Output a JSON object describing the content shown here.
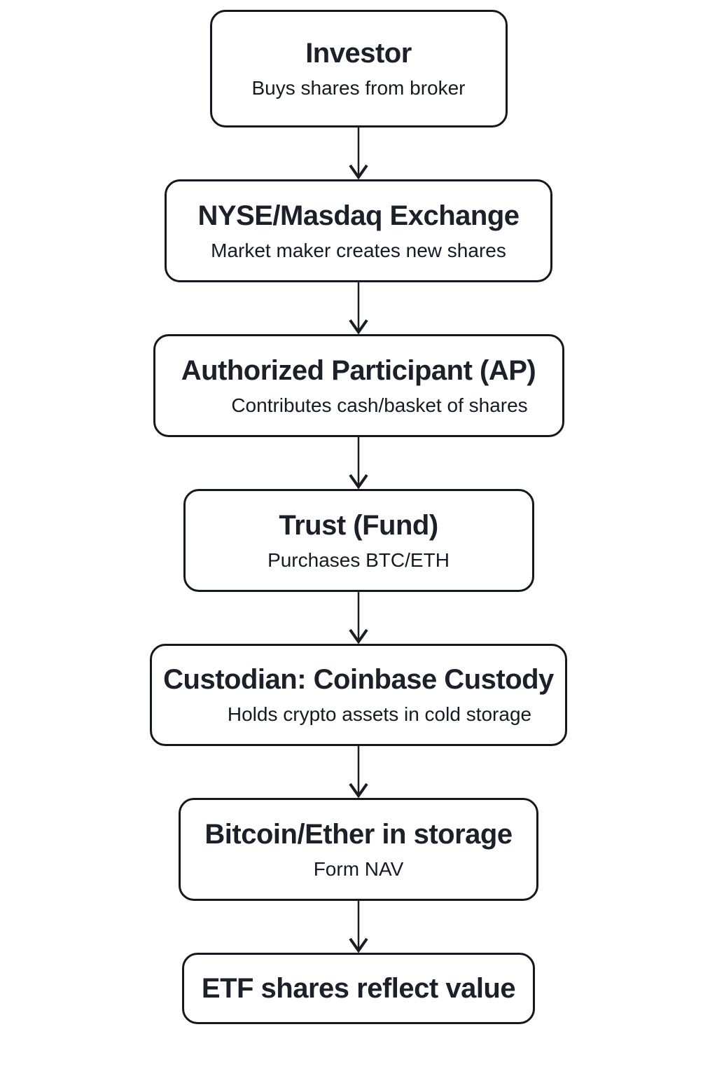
{
  "diagram": {
    "type": "flowchart",
    "direction": "top-down",
    "colors": {
      "background": "#ffffff",
      "node_border": "#15181f",
      "node_fill": "#ffffff",
      "title_text": "#1b2029",
      "subtitle_text": "#161a22",
      "arrow": "#191c23"
    },
    "nodes": [
      {
        "id": "investor",
        "title": "Investor",
        "subtitle": "Buys shares from broker"
      },
      {
        "id": "exchange",
        "title": "NYSE/Masdaq Exchange",
        "subtitle": "Market maker creates new shares"
      },
      {
        "id": "ap",
        "title": "Authorized Participant (AP)",
        "subtitle": "Contributes cash/basket of shares"
      },
      {
        "id": "trust",
        "title": "Trust (Fund)",
        "subtitle": "Purchases BTC/ETH"
      },
      {
        "id": "custodian",
        "title": "Custodian: Coinbase Custody",
        "subtitle": "Holds crypto assets in cold storage"
      },
      {
        "id": "storage",
        "title": "Bitcoin/Ether in storage",
        "subtitle": "Form NAV"
      },
      {
        "id": "etf",
        "title": "ETF shares reflect value",
        "subtitle": ""
      }
    ],
    "edges": [
      {
        "from": "investor",
        "to": "exchange",
        "style": "arrow-down"
      },
      {
        "from": "exchange",
        "to": "ap",
        "style": "arrow-down"
      },
      {
        "from": "ap",
        "to": "trust",
        "style": "arrow-down"
      },
      {
        "from": "trust",
        "to": "custodian",
        "style": "arrow-down"
      },
      {
        "from": "custodian",
        "to": "storage",
        "style": "arrow-down"
      },
      {
        "from": "storage",
        "to": "etf",
        "style": "arrow-down"
      }
    ]
  }
}
